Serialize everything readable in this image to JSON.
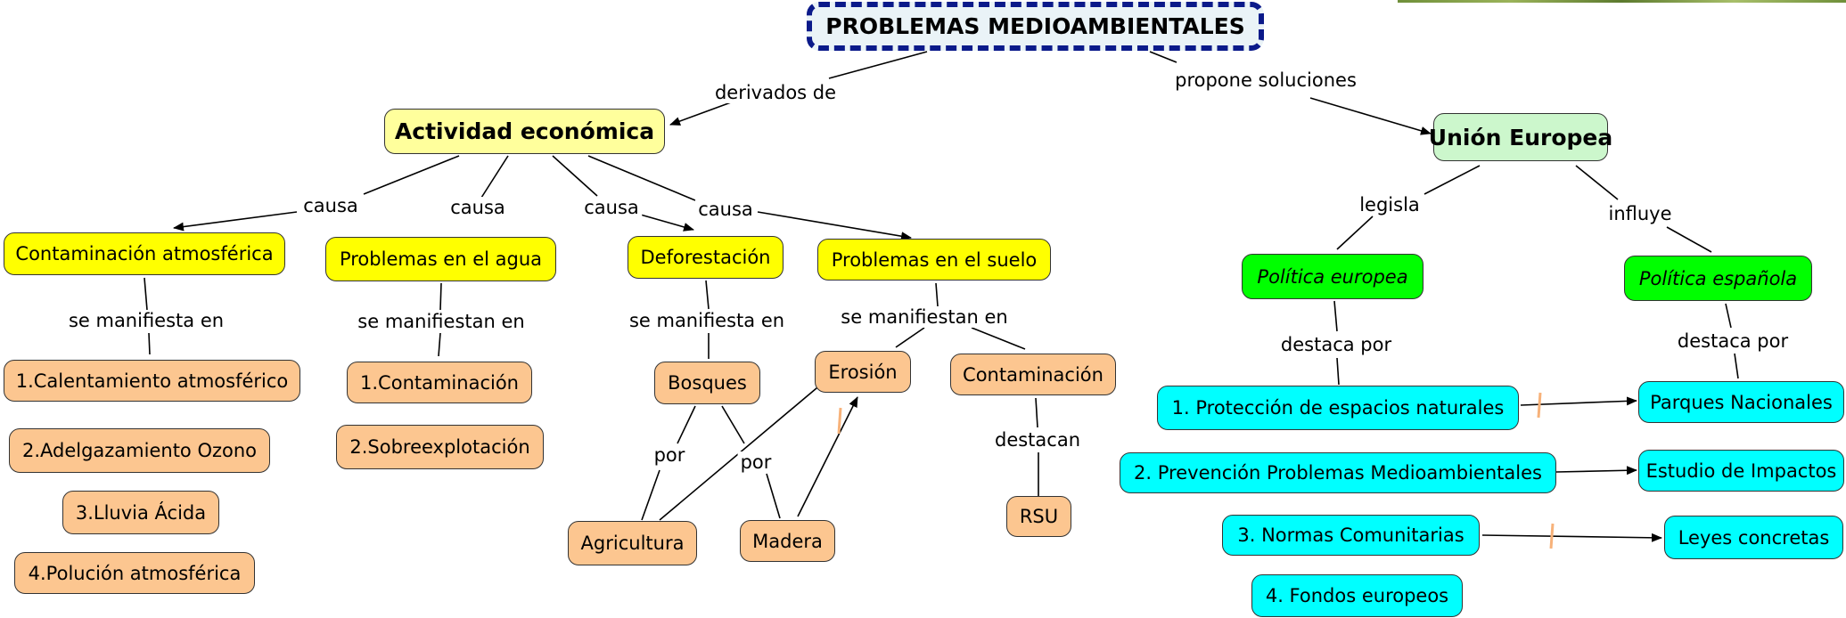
{
  "title": "PROBLEMAS MEDIOAMBIENTALES",
  "nodes": {
    "actividad": "Actividad económica",
    "ue": "Unión Europea",
    "contam_atm": "Contaminación atmosférica",
    "agua": "Problemas en el agua",
    "deforestacion": "Deforestación",
    "suelo": "Problemas en el suelo",
    "calentamiento": "1.Calentamiento atmosférico",
    "ozono": "2.Adelgazamiento Ozono",
    "lluvia": "3.Lluvia Ácida",
    "polucion": "4.Polución atmosférica",
    "contaminacion1": "1.Contaminación",
    "sobreexplotacion": "2.Sobreexplotación",
    "bosques": "Bosques",
    "agricultura": "Agricultura",
    "madera": "Madera",
    "erosion": "Erosión",
    "contaminacion2": "Contaminación",
    "rsu": "RSU",
    "pol_europea": "Política europea",
    "pol_espanola": "Política española",
    "proteccion": "1. Protección de espacios naturales",
    "prevencion": "2. Prevención Problemas Medioambientales",
    "normas": "3. Normas Comunitarias",
    "fondos": "4. Fondos europeos",
    "parques": "Parques Nacionales",
    "estudio": "Estudio de Impactos",
    "leyes": "Leyes concretas"
  },
  "links": {
    "derivados": "derivados de",
    "propone": "propone soluciones",
    "causa1": "causa",
    "causa2": "causa",
    "causa3": "causa",
    "causa4": "causa",
    "manifiesta1": "se manifiesta en",
    "manifiestan1": "se manifiestan en",
    "manifiesta2": "se manifiesta en",
    "manifiestan2": "se manifiestan en",
    "por1": "por",
    "por2": "por",
    "destacan": "destacan",
    "legisla": "legisla",
    "influye": "influye",
    "destaca1": "destaca por",
    "destaca2": "destaca por"
  },
  "colors": {
    "title_border": "#0b1a8a",
    "level1": "#ffff9c",
    "ue": "#ccf7cc",
    "yellow": "#ffff00",
    "orange": "#fcc690",
    "green": "#00ff00",
    "cyan": "#00ffff"
  }
}
